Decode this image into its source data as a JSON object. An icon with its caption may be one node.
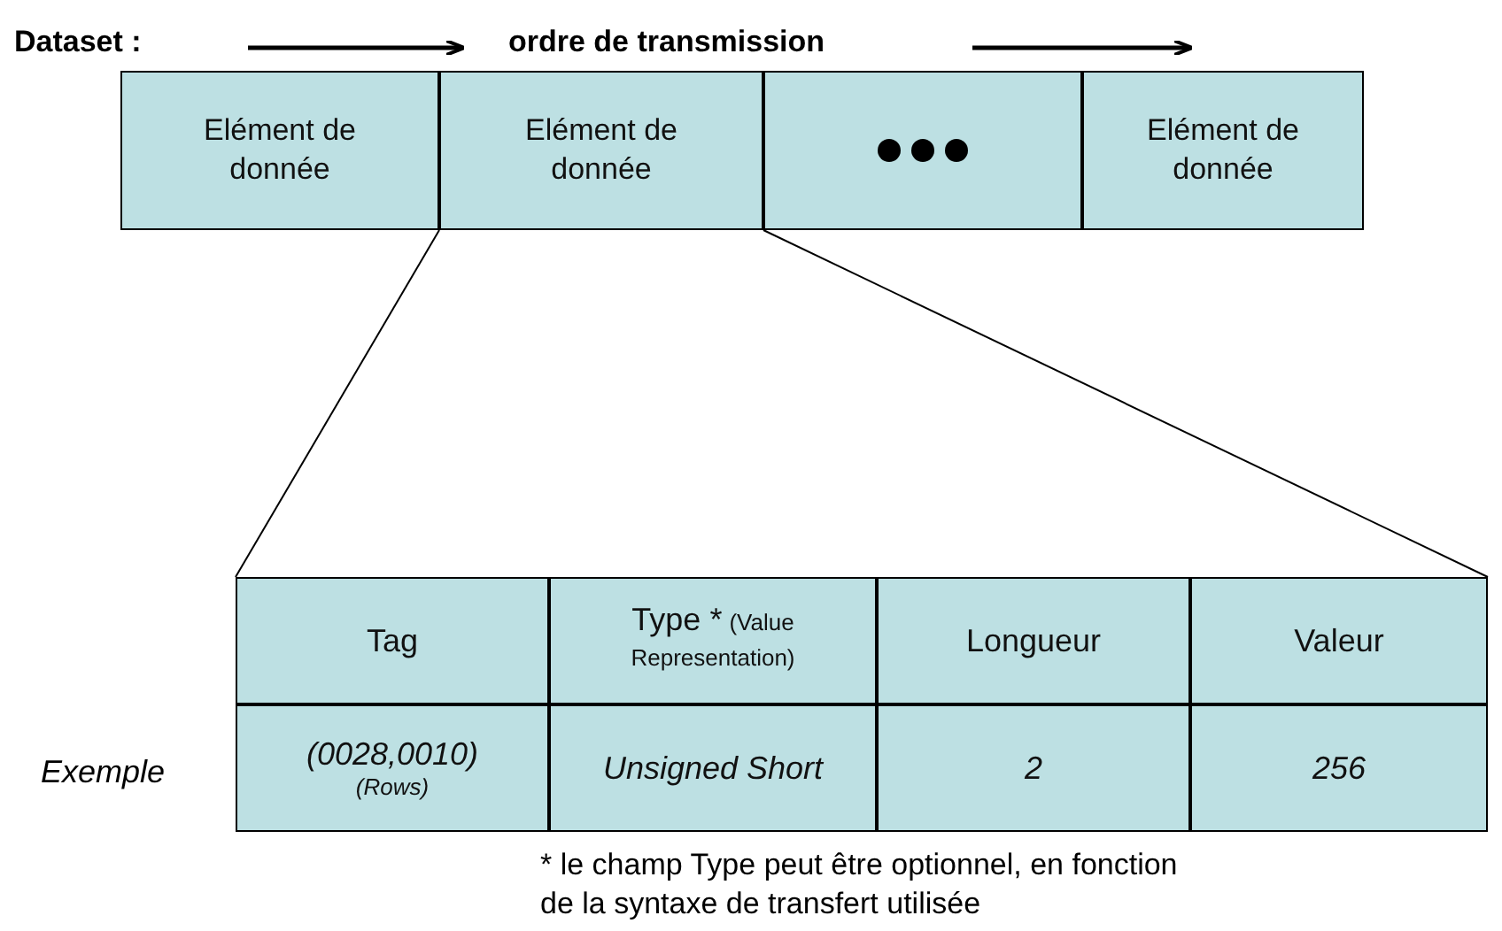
{
  "diagram": {
    "nodes": [
      {
        "text": [],
        "shape": "box"
      },
      {
        "text": [
          "Elément de donnée"
        ],
        "in": 0
      },
      {
        "text": [
          "Elément de donnée"
        ],
        "in": 0
      },
      {
        "text": [],
        "shape": "box",
        "in": 0
      },
      {
        "text": [
          "Elément de donnée"
        ],
        "in": 0
      },
      {
        "text": [],
        "shape": "box"
      },
      {
        "text": [
          "Tag"
        ],
        "in": 5
      },
      {
        "text": [
          "Type *",
          "(Value Representation)"
        ],
        "in": 5
      },
      {
        "text": [
          "Longueur"
        ],
        "in": 5
      },
      {
        "text": [
          "Valeur"
        ],
        "in": 5
      },
      {
        "text": [
          "(0028,0010)",
          "(Rows)"
        ],
        "in": 5
      },
      {
        "text": [
          "Unsigned Short"
        ],
        "in": 5
      },
      {
        "text": [
          "2"
        ],
        "in": 5
      },
      {
        "text": [
          "256"
        ],
        "in": 5
      }
    ],
    "edges": [
      {
        "from": 2,
        "to": 5,
        "arrow": "none"
      },
      {
        "from": 2,
        "to": 5,
        "arrow": "none"
      }
    ],
    "labels": [
      "Dataset :",
      "ordre de transmission",
      "Exemple",
      "* le champ Type peut être optionnel, en fonction de la syntaxe de transfert utilisée"
    ]
  }
}
